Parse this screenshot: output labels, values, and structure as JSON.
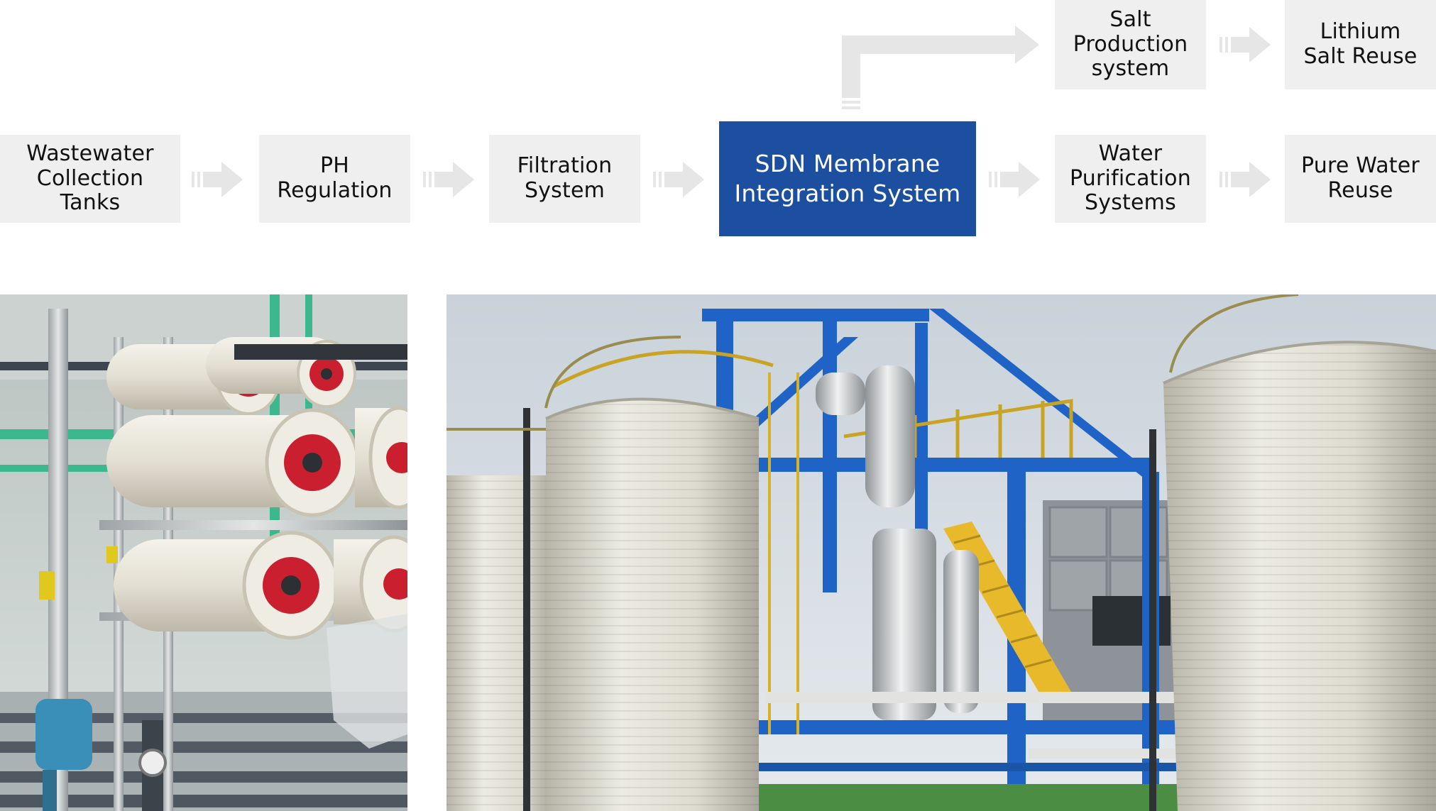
{
  "colors": {
    "accent": "#1c4fa0",
    "box_background": "#efefef",
    "arrow": "#e6e6e6"
  },
  "flow": {
    "wastewater": "Wastewater\nCollection Tanks",
    "ph": "PH\nRegulation",
    "filtration": "Filtration\nSystem",
    "sdn": "SDN Membrane\nIntegration System",
    "salt": "Salt\nProduction\nsystem",
    "lithium": "Lithium\nSalt Reuse",
    "water": "Water\nPurification\nSystems",
    "pure": "Pure Water\nReuse"
  },
  "icons": {
    "flow_arrow": "double-chevron-right-arrow",
    "branch_arrow": "elbow-up-right-arrow"
  }
}
